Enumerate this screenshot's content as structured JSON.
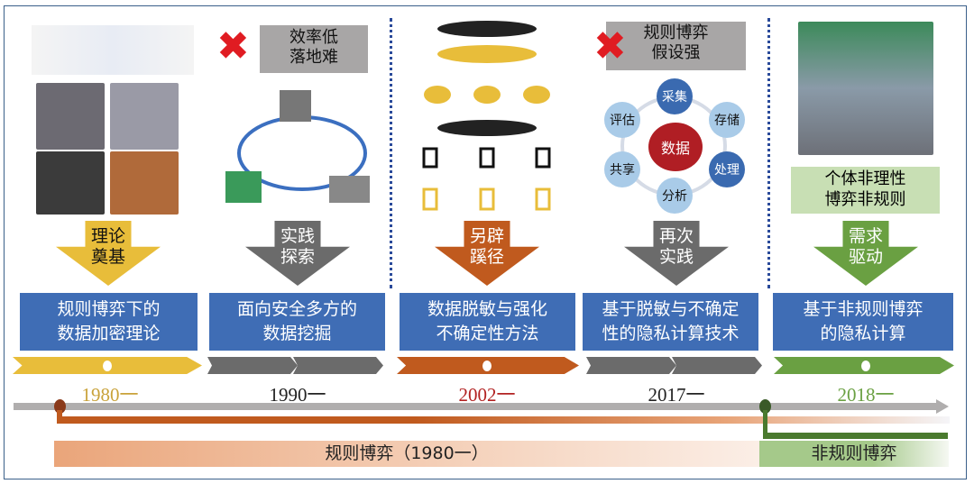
{
  "columns": [
    {
      "arrow": "理论\n奠基",
      "box": "规则博弈下的\n数据加密理论",
      "year": "1980一",
      "color": "#e8bd3a"
    },
    {
      "arrow": "实践\n探索",
      "box": "面向安全多方的\n数据挖掘",
      "year": "1990一",
      "color": "#6b6b6b",
      "problem": "效率低\n落地难"
    },
    {
      "arrow": "另辟\n蹊径",
      "box": "数据脱敏与强化\n不确定性方法",
      "year": "2002一",
      "color": "#c05a1e"
    },
    {
      "arrow": "再次\n实践",
      "box": "基于脱敏与不确定\n性的隐私计算技术",
      "year": "2017一",
      "color": "#6b6b6b",
      "problem": "规则博弈\n假设强"
    },
    {
      "arrow": "需求\n驱动",
      "box": "基于非规则博弈\n的隐私计算",
      "year": "2018一",
      "color": "#6aa042",
      "note": "个体非理性\n博弈非规则"
    }
  ],
  "cycle": {
    "center": "数据",
    "nodes": [
      "采集",
      "存储",
      "处理",
      "分析",
      "共享",
      "评估"
    ]
  },
  "bands": {
    "rule": "规则博弈（1980一）",
    "nonrule": "非规则博弈"
  },
  "colors": {
    "blue": "#3f6db5",
    "orange": "#c05a1e",
    "green": "#4a7a2e",
    "gray": "#b0aeae"
  }
}
